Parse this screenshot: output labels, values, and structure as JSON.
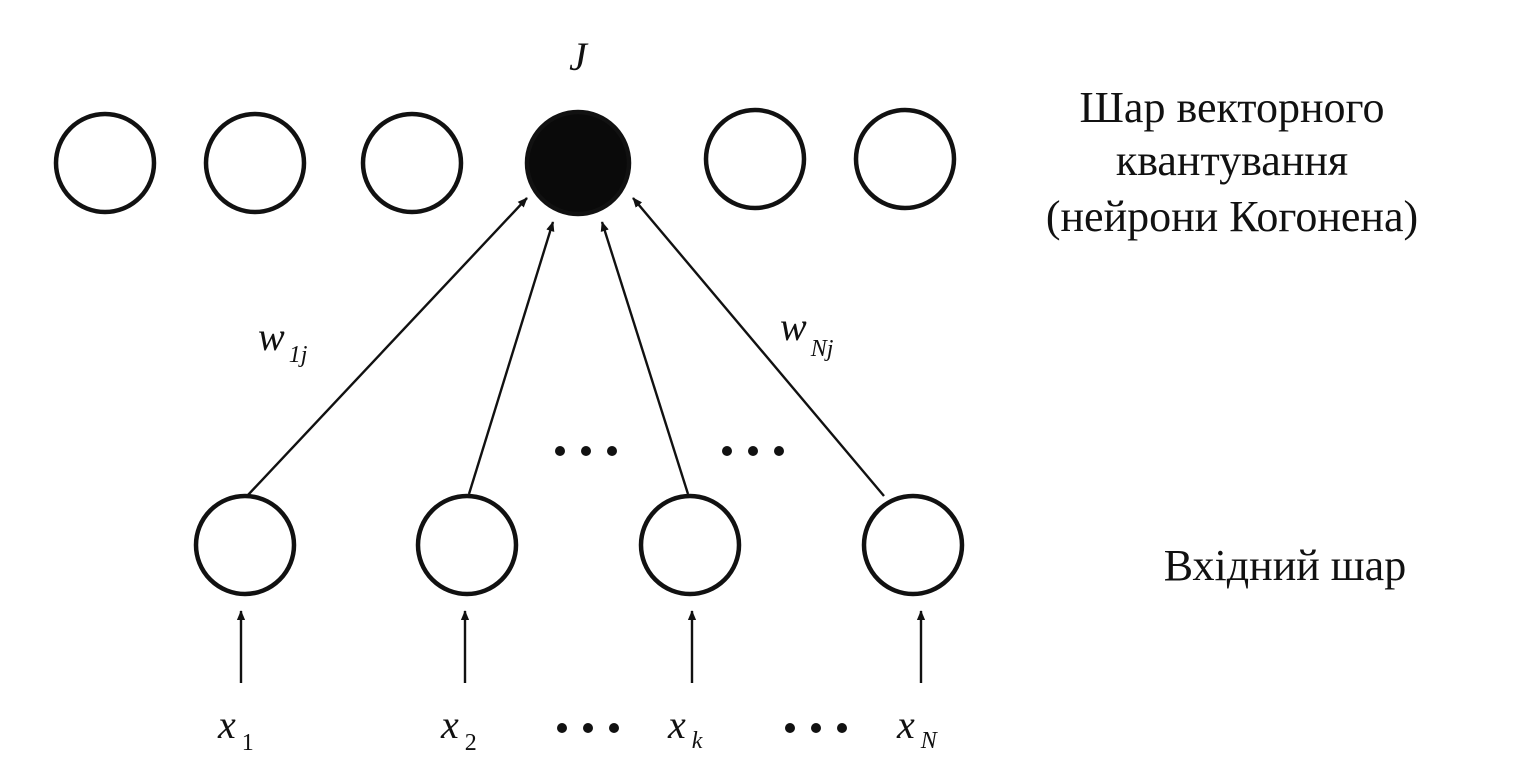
{
  "diagram": {
    "winner_label": "J",
    "kohonen_layer_label": {
      "line1": "Шар векторного",
      "line2": "квантування",
      "line3": "(нейрони Когонена)"
    },
    "input_layer_label": "Вхідний шар",
    "weights": [
      {
        "symbol": "w",
        "sub": "1j"
      },
      {
        "symbol": "w",
        "sub": "Nj"
      }
    ],
    "inputs": [
      {
        "symbol": "x",
        "sub": "1"
      },
      {
        "symbol": "x",
        "sub": "2"
      },
      {
        "symbol": "x",
        "sub": "k"
      },
      {
        "symbol": "x",
        "sub": "N"
      }
    ],
    "kohonen_neuron_count": 6,
    "winner_neuron_index": 3,
    "input_neuron_count": 4,
    "colors": {
      "ink": "#111111",
      "winner_fill": "#0a0a0a",
      "background": "#ffffff"
    }
  }
}
